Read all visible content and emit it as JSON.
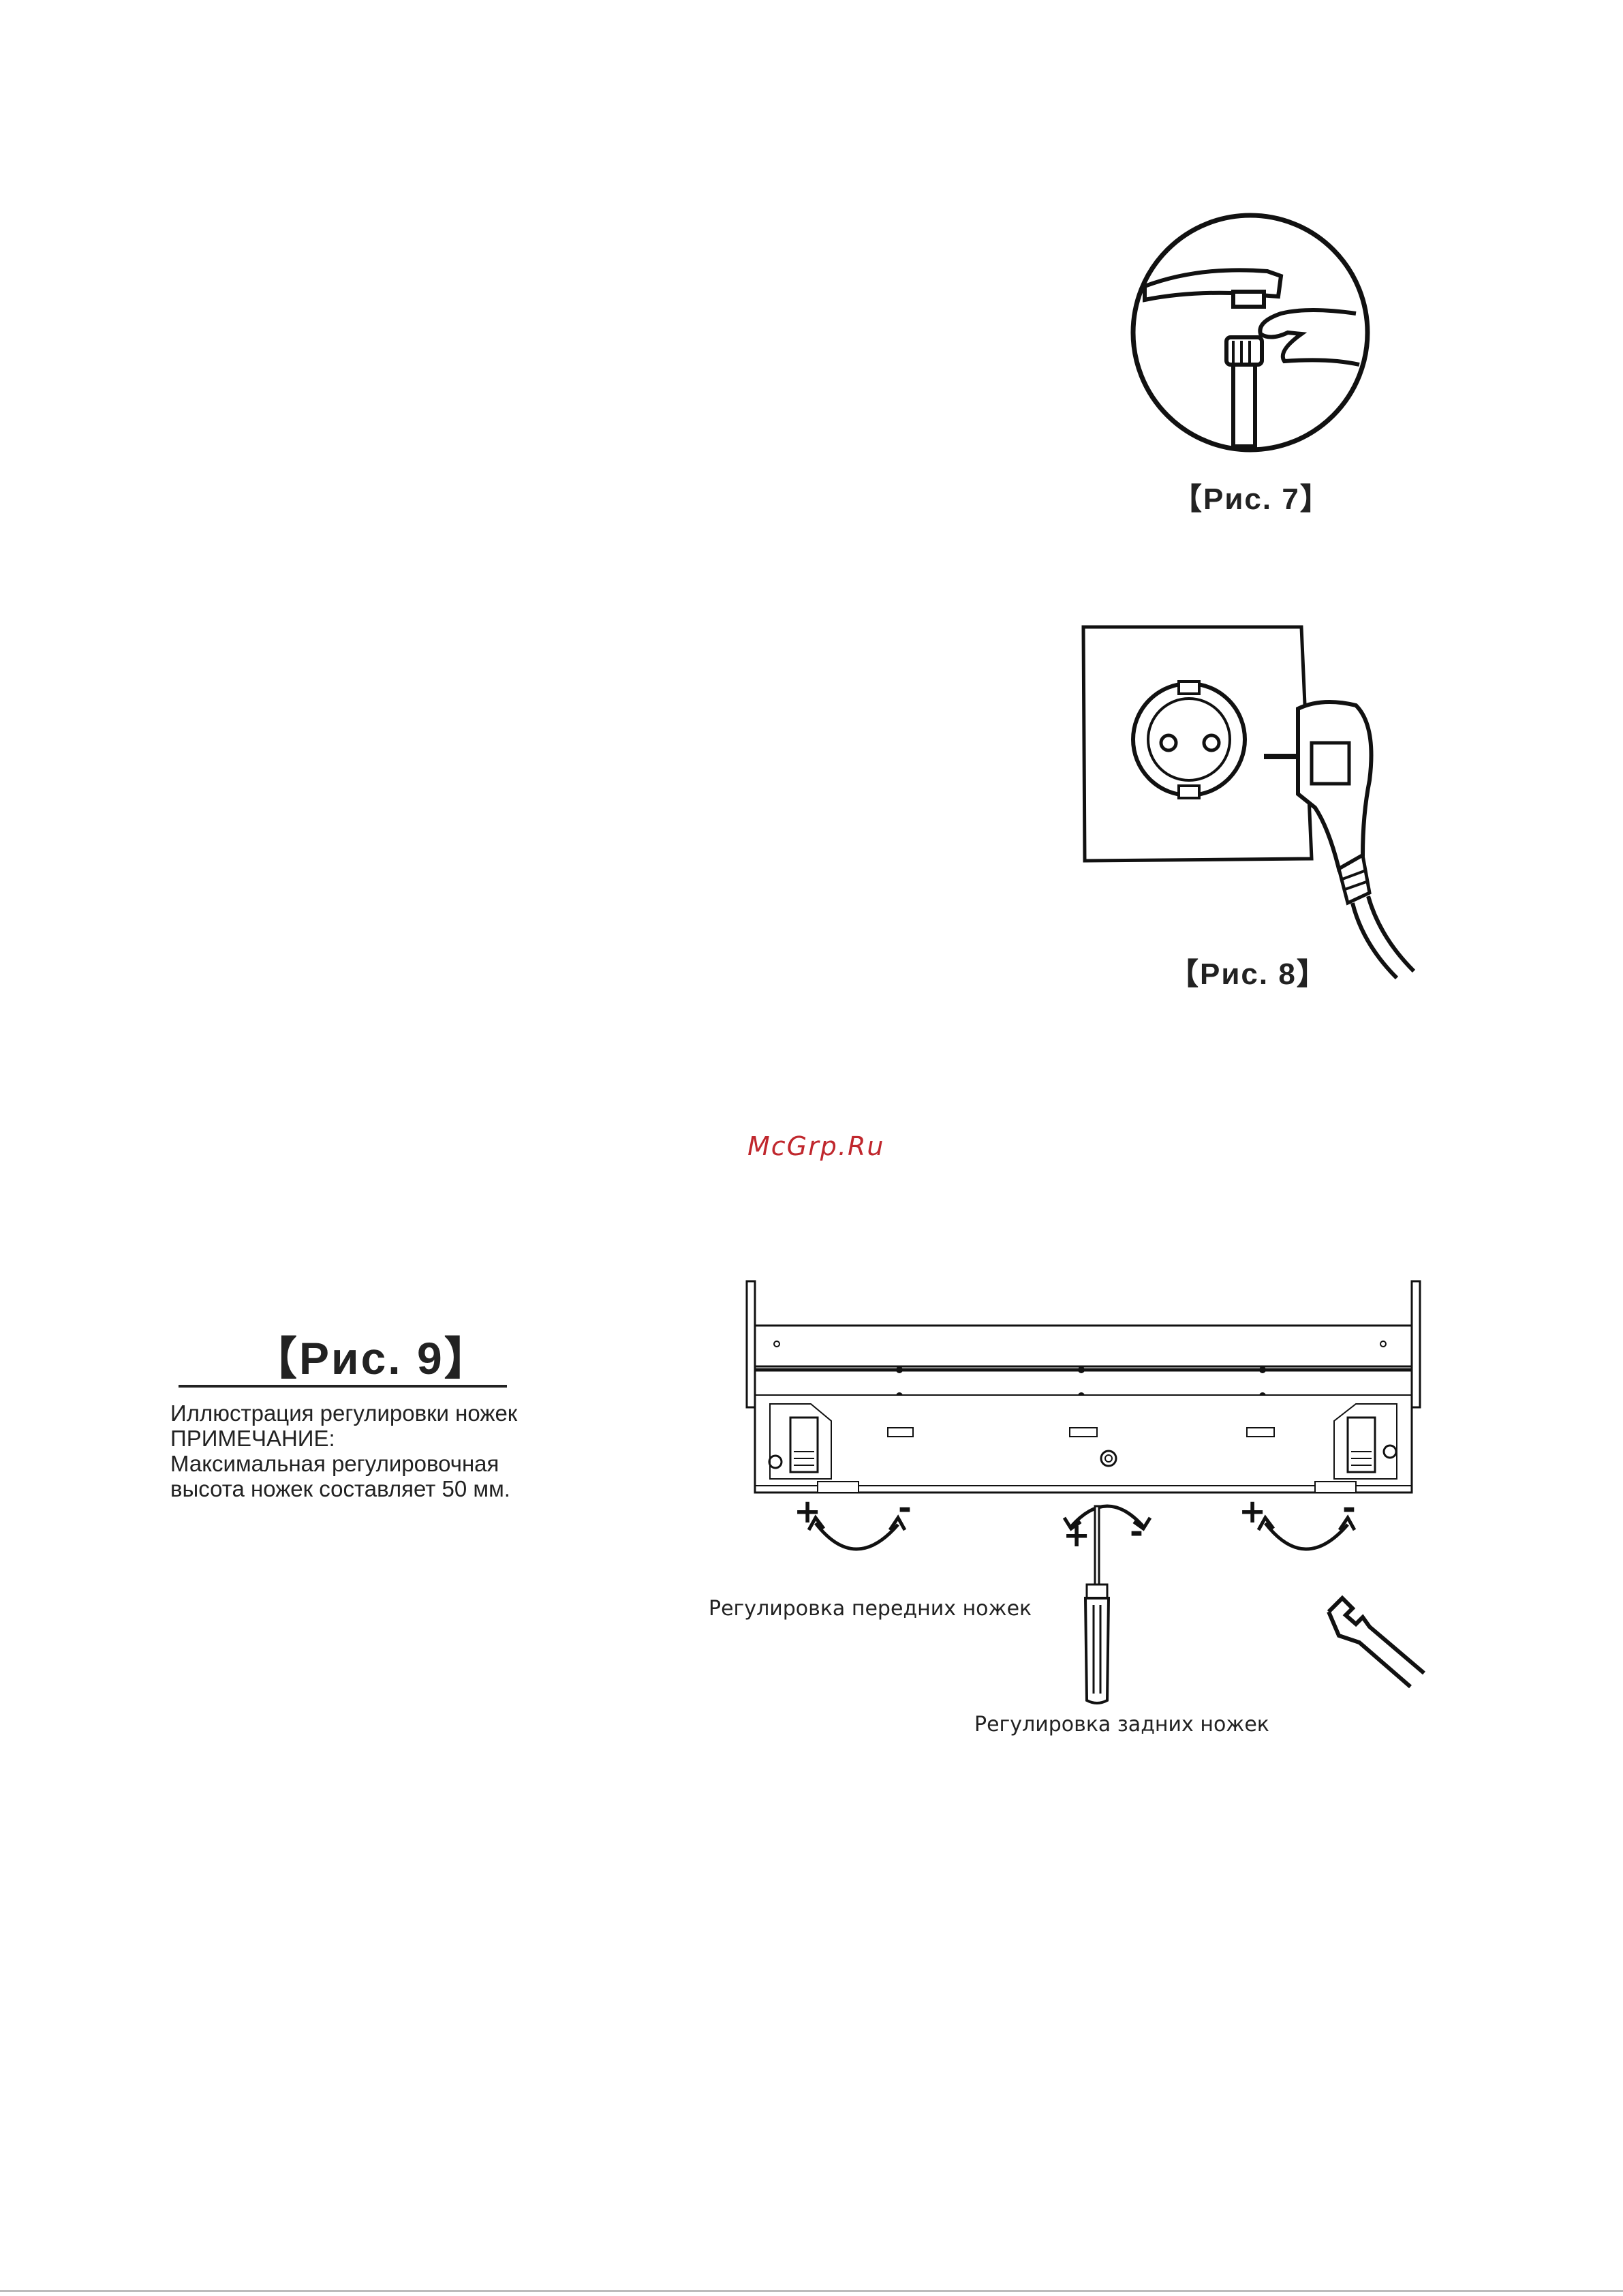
{
  "figures": {
    "fig7": {
      "caption": "【Рис. 7】"
    },
    "fig8": {
      "caption": "【Рис. 8】"
    },
    "fig9": {
      "caption": "【Рис. 9】",
      "note_lines": [
        "Иллюстрация регулировки ножек",
        "ПРИМЕЧАНИЕ:",
        "Максимальная регулировочная",
        "высота ножек составляет 50 мм."
      ],
      "front_legs_label": "Регулировка передних ножек",
      "rear_legs_label": "Регулировка задних ножек",
      "signs": {
        "plus": "+",
        "minus": "-"
      }
    }
  },
  "watermark": "McGrp.Ru"
}
